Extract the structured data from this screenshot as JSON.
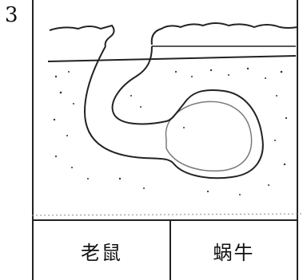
{
  "question": {
    "number": "3"
  },
  "options": [
    {
      "label": "老鼠"
    },
    {
      "label": "蜗牛"
    }
  ]
}
